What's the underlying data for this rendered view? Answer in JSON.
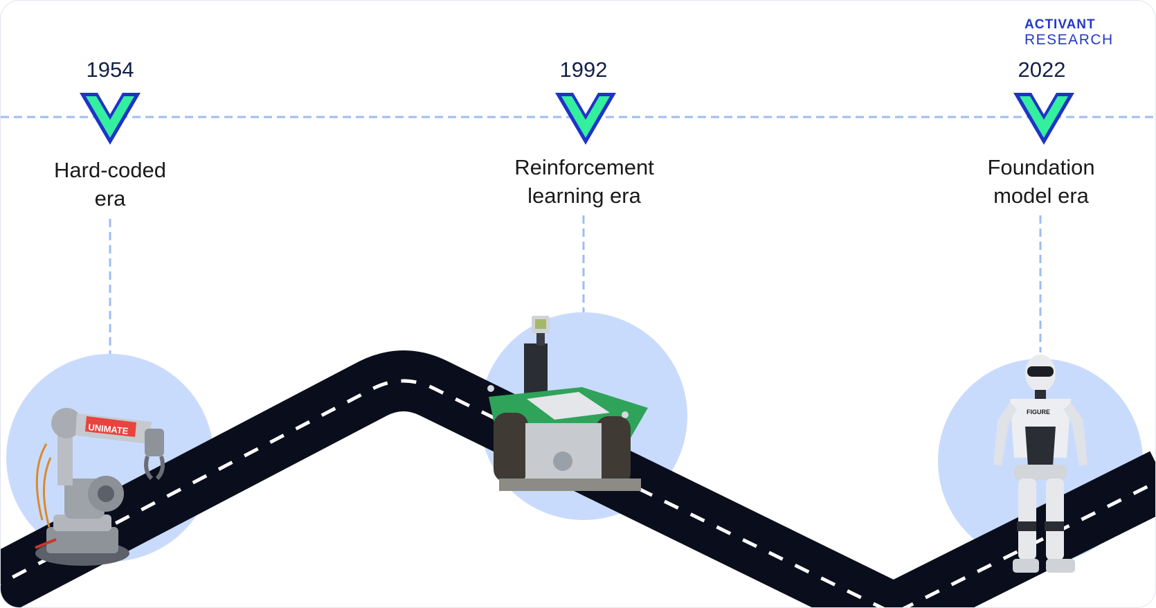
{
  "logo": {
    "line1": "ACTIVANT",
    "line2": "RESEARCH"
  },
  "milestones": [
    {
      "year": "1954",
      "era": "Hard-coded\nera",
      "robot": "unimate-robotic-arm"
    },
    {
      "year": "1992",
      "era": "Reinforcement\nlearning era",
      "robot": "autonomous-rover"
    },
    {
      "year": "2022",
      "era": "Foundation\nmodel era",
      "robot": "figure-humanoid-robot"
    }
  ],
  "robot_labels": {
    "arm": "UNIMATE",
    "humanoid": "FIGURE"
  },
  "colors": {
    "brand": "#2438c8",
    "road": "#0a0e1c",
    "bubble": "#c9dbfd",
    "dash_line": "#9dbdf1",
    "chevron_fill": "#33ef9e",
    "chevron_outline": "#1f33c7"
  },
  "icons": [
    "chevron-down-icon"
  ]
}
